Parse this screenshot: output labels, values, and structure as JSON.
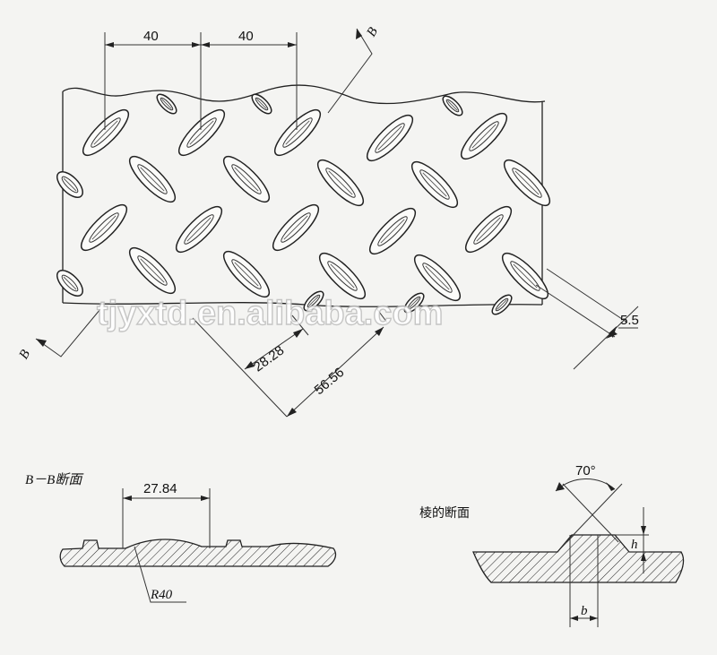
{
  "plate": {
    "dim_pitch_1": "40",
    "dim_pitch_2": "40",
    "dim_diag_small": "28.28",
    "dim_diag_large": "56.56",
    "dim_thickness": "5.5",
    "section_marker_top": "B",
    "section_marker_bottom": "B"
  },
  "section_bb": {
    "title": "B－B断面",
    "dim_width": "27.84",
    "dim_radius": "R40"
  },
  "section_ridge": {
    "title": "棱的断面",
    "dim_angle": "70°",
    "dim_height": "h",
    "dim_base": "b"
  },
  "watermark": "tjyxtd.en.alibaba.com"
}
